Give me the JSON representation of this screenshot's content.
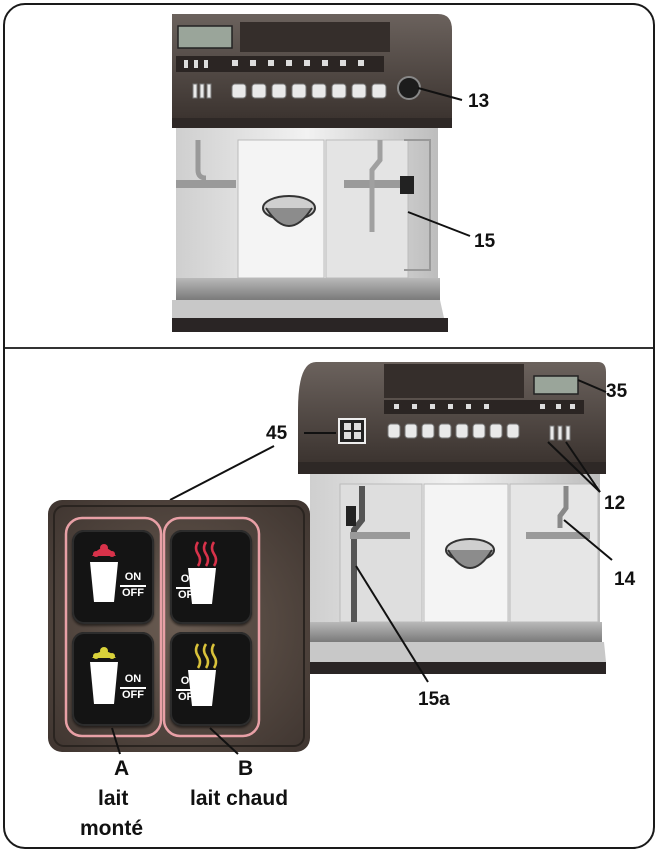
{
  "callouts": {
    "c13": "13",
    "c15": "15",
    "c35": "35",
    "c45": "45",
    "c12": "12",
    "c14": "14",
    "c15a": "15a"
  },
  "buttons": {
    "on_off": "ON/OFF",
    "on": "ON",
    "off": "OFF"
  },
  "captions": {
    "a_letter": "A",
    "a_line1": "lait",
    "a_line2": "monté",
    "b_letter": "B",
    "b_text": "lait chaud"
  },
  "colors": {
    "machine_dark": "#4a403c",
    "steel": "#d8d8d8",
    "panel_bg": "#5a4f47",
    "button_black": "#151515",
    "highlight_ring": "#e8a0a6",
    "foam_red": "#d8324a",
    "foam_yellow": "#d9d23a",
    "steam_red": "#d8324a",
    "steam_yellow": "#d9c23a"
  },
  "icons": [
    "frothed-milk-icon",
    "hot-milk-steam-icon",
    "cup-icon"
  ]
}
